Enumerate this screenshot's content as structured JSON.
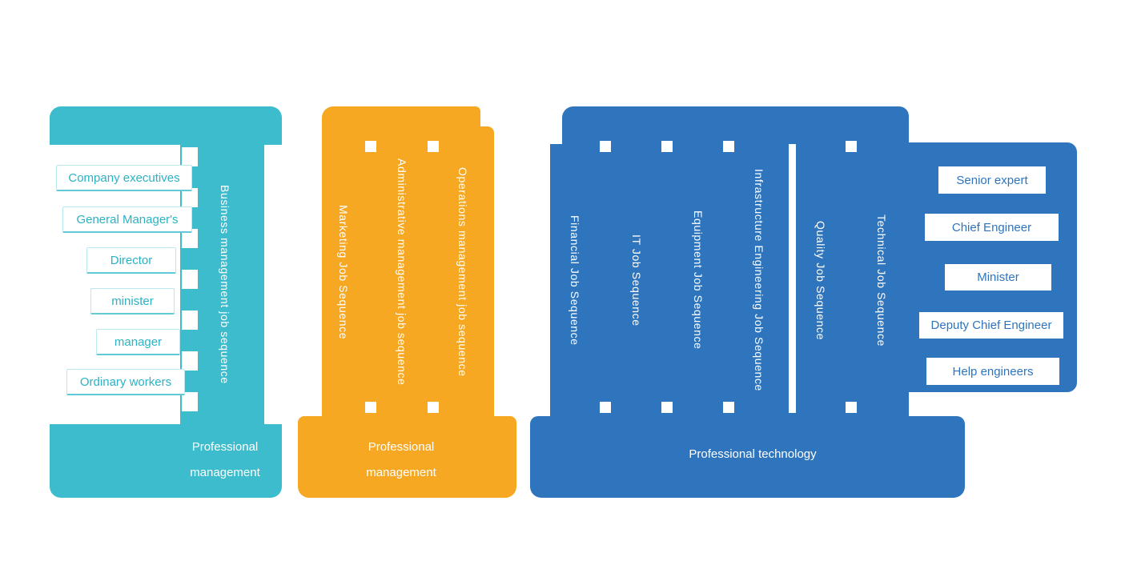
{
  "colors": {
    "teal": "#3CBCCC",
    "orange": "#F7A823",
    "blue": "#2E75BE",
    "box_text_teal": "#2BB2C4",
    "box_text_blue": "#2E75BE",
    "white": "#FFFFFF"
  },
  "business_block": {
    "sequence_label": "Business management job sequence",
    "levels": [
      "Company executives",
      "General Manager's",
      "Director",
      "minister",
      "manager",
      "Ordinary workers"
    ],
    "footer_line1": "Professional",
    "footer_line2": "management"
  },
  "management_block": {
    "sequences": [
      "Marketing Job Sequence",
      "Administrative management job sequence",
      "Operations management job sequence"
    ],
    "footer_line1": "Professional",
    "footer_line2": "management"
  },
  "technology_block": {
    "sequences": [
      "Financial Job Sequence",
      "IT Job Sequence",
      "Equipment Job Sequence",
      "Infrastructure Engineering Job Sequence",
      "Quality Job Sequence",
      "Technical Job Sequence"
    ],
    "footer": "Professional technology",
    "roles": [
      "Senior expert",
      "Chief Engineer",
      "Minister",
      "Deputy Chief Engineer",
      "Help engineers"
    ]
  }
}
